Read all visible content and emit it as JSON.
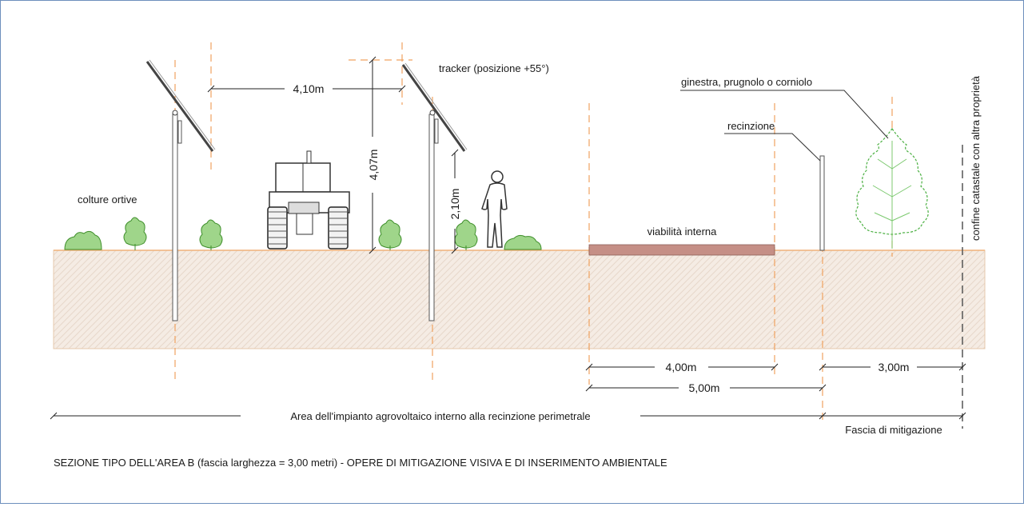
{
  "labels": {
    "tracker": "tracker (posizione +55°)",
    "colture": "colture ortive",
    "viabilita": "viabilità interna",
    "recinzione": "recinzione",
    "ginestra": "ginestra, prugnolo o corniolo",
    "confine": "confine catastale con altra proprietà"
  },
  "dimensions": {
    "spacing": "4,10m",
    "tracker_height": "4,07m",
    "pivot_height": "2,10m",
    "road_width": "4,00m",
    "fence_offset": "5,00m",
    "buffer_width": "3,00m"
  },
  "areas": {
    "impianto": "Area dell'impianto agrovoltaico interno alla recinzione perimetrale",
    "mitigazione": "Fascia di mitigazione"
  },
  "caption": "SEZIONE TIPO DELL'AREA B (fascia larghezza = 3,00 metri) - OPERE DI MITIGAZIONE VISIVA E DI INSERIMENTO AMBIENTALE",
  "colors": {
    "ground": "#f4ebe2",
    "road": "#c58f86",
    "vegetation": "#9fd58a",
    "axis_lines": "#f0a260",
    "border": "#6d8fbd"
  }
}
